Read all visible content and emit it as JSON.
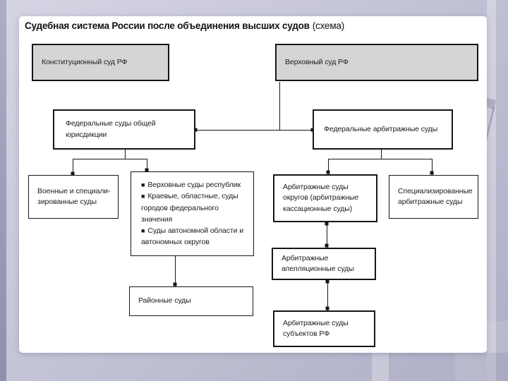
{
  "slide": {
    "title": {
      "main": "Судебная система России после объединения высших судов",
      "suffix": "(схема)"
    },
    "bullet_char": "■",
    "nodes": {
      "constitutional_court": "Конституционный суд РФ",
      "supreme_court": "Верховный суд РФ",
      "federal_general_courts": "Федеральные суды общей юрисдикции",
      "federal_arbitration_courts": "Федеральные арбитражные суды",
      "military_courts": "Военные и специали-зированные суды",
      "regional_courts_items": [
        "Верховные суды республик",
        "Краевые, областные, суды городов федерального значения",
        "Суды автономной области и автономных округов"
      ],
      "district_courts": "Районные суды",
      "arbitration_district_courts": "Арбитражные суды округов (арбитражные кассационные суды)",
      "specialized_arbitration_courts": "Специализированные арбитражные суды",
      "arbitration_appellate_courts": "Арбитражные апелляционные суды",
      "arbitration_subject_courts": "Арбитражные суды субъектов РФ"
    },
    "colors": {
      "top_level_box_fill": "#d5d5d5",
      "box_border": "#161616",
      "panel_background": "#ffffff",
      "slide_background": "#c2c2d6"
    }
  }
}
